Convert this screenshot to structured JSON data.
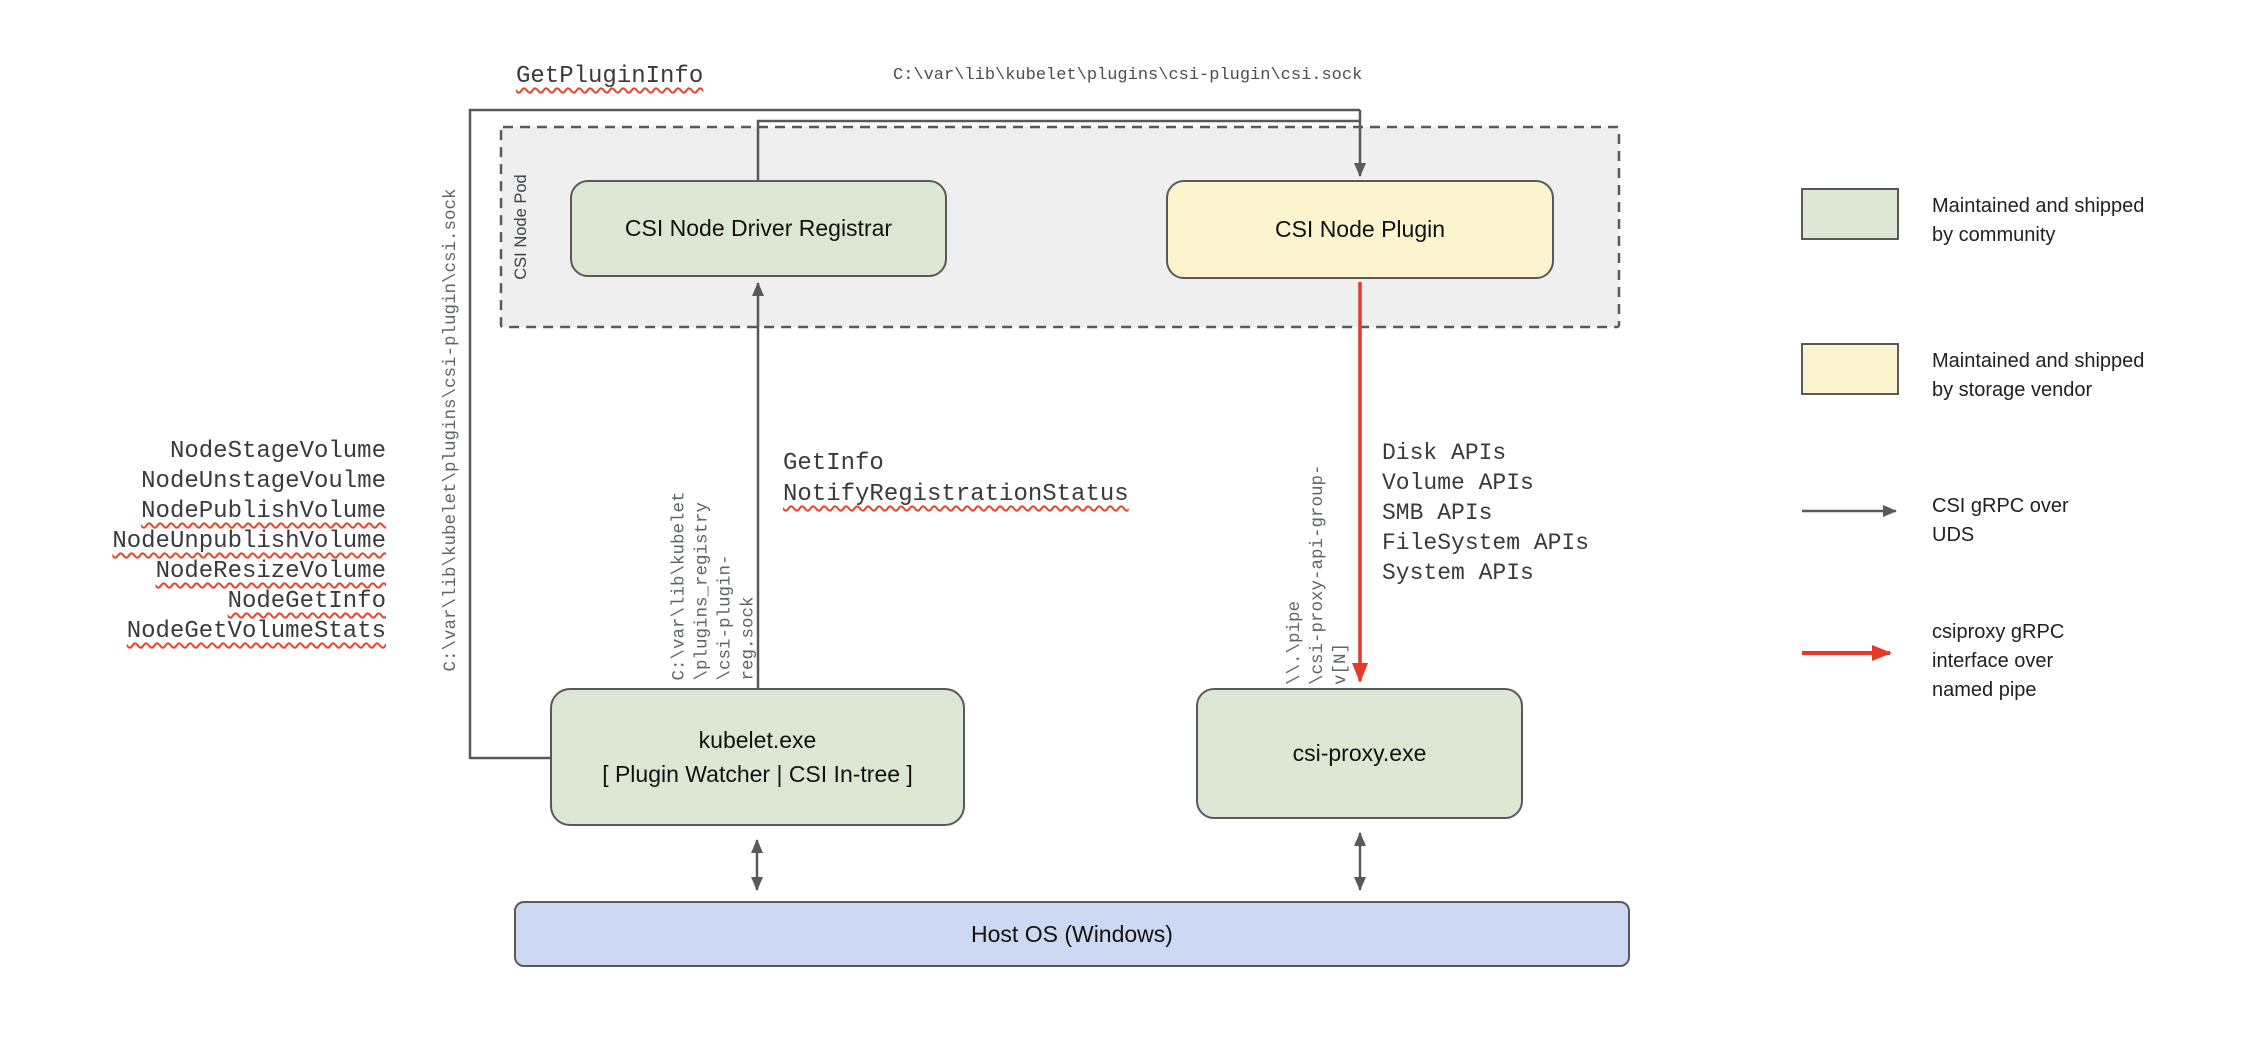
{
  "colors": {
    "green": "#dce8d4",
    "yellow": "#fcf3cf",
    "blue": "#cdd9f2",
    "pod": "#efefef",
    "line": "#595959",
    "red": "#e5392b",
    "squiggle": "#e8442e"
  },
  "boxes": {
    "pod": "CSI Node Pod",
    "registrar": "CSI Node Driver Registrar",
    "plugin": "CSI Node Plugin",
    "kubelet_line1": "kubelet.exe",
    "kubelet_line2": "[ Plugin Watcher | CSI In-tree ]",
    "csi_proxy": "csi-proxy.exe",
    "host_os": "Host OS (Windows)"
  },
  "labels": {
    "get_plugin_info": "GetPluginInfo",
    "csi_sock_path_top": "C:\\var\\lib\\kubelet\\plugins\\csi-plugin\\csi.sock",
    "csi_sock_path_left": "C:\\var\\lib\\kubelet\\plugins\\csi-plugin\\csi.sock",
    "registration_sock_path": "C:\\var\\lib\\kubelet\n\\plugins_registry\n\\csi-plugin-reg.sock",
    "get_info": "GetInfo",
    "notify_registration_status": "NotifyRegistrationStatus",
    "named_pipe_path": "\\\\.\\pipe\n\\csi-proxy-api-group-v[N]"
  },
  "kubelet_node_methods": [
    {
      "label": "NodeStageVolume",
      "squiggle": false
    },
    {
      "label": "NodeUnstageVoulme",
      "squiggle": false
    },
    {
      "label": "NodePublishVolume",
      "squiggle": true
    },
    {
      "label": "NodeUnpublishVolume",
      "squiggle": true
    },
    {
      "label": "NodeResizeVolume",
      "squiggle": true
    },
    {
      "label": "NodeGetInfo",
      "squiggle": true
    },
    {
      "label": "NodeGetVolumeStats",
      "squiggle": true
    }
  ],
  "csi_proxy_apis": [
    "Disk APIs",
    "Volume APIs",
    "SMB APIs",
    "FileSystem APIs",
    "System APIs"
  ],
  "legend": [
    {
      "swatch": "green",
      "text": "Maintained and shipped\nby community"
    },
    {
      "swatch": "yellow",
      "text": "Maintained and shipped\nby storage vendor"
    },
    {
      "arrow": "gray",
      "text": "CSI gRPC over\nUDS"
    },
    {
      "arrow": "red",
      "text": "csiproxy gRPC\ninterface over\nnamed pipe"
    }
  ]
}
